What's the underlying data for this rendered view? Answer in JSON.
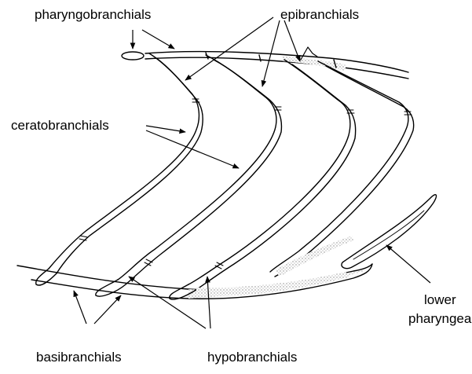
{
  "labels": {
    "pharyngobranchials": "pharyngobranchials",
    "epibranchials": "epibranchials",
    "ceratobranchials": "ceratobranchials",
    "lower_pharyngeal_line1": "lower",
    "lower_pharyngeal_line2": "pharyngeal",
    "basibranchials": "basibranchials",
    "hypobranchials": "hypobranchials"
  },
  "colors": {
    "ink": "#000000",
    "background": "#ffffff",
    "stipple": "#9a9a9a"
  }
}
